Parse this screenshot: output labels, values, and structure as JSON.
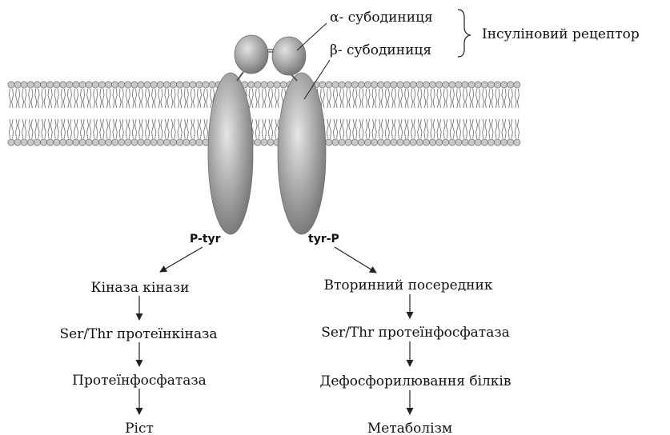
{
  "receptor": {
    "alpha_label": "α- субодиниця",
    "beta_label": "β- субодиниця",
    "name": "Інсуліновий рецептор"
  },
  "phospho": {
    "left": "P-tyr",
    "right": "tyr-P"
  },
  "left_pathway": [
    "Кіназа кінази",
    "Ser/Thr протеїнкіназа",
    "Протеїнфосфатаза",
    "Ріст"
  ],
  "right_pathway": [
    "Вторинний посередник",
    "Ser/Thr протеїнфосфатаза",
    "Дефосфорилювання білків",
    "Метаболізм"
  ],
  "colors": {
    "subunit": "#9a9a9a",
    "subunit_highlight": "#d9d9d9",
    "lipid_head": "#c8c8c8",
    "lipid_tail": "#777777"
  }
}
